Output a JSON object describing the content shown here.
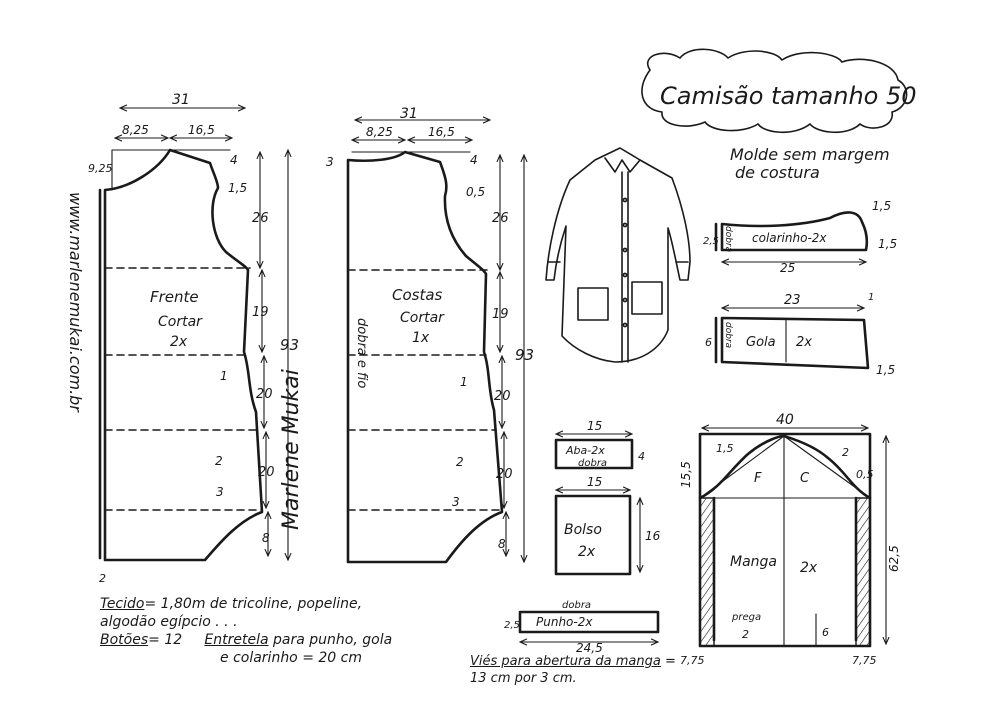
{
  "title": "Camisão tamanho 50",
  "subtitle_line1": "Molde sem margem",
  "subtitle_line2": "de costura",
  "website": "www.marlenemukai.com.br",
  "signature": "Marlene Mukai",
  "front": {
    "name": "Frente",
    "cut": "Cortar",
    "qty": "2x",
    "width": "31",
    "neck": "8,25",
    "shoulder": "16,5",
    "neck_depth": "9,25",
    "shoulder_drop": "4",
    "armhole": "1,5",
    "total_length": "93",
    "seg1": "26",
    "seg2": "19",
    "seg3": "20",
    "seg4": "20",
    "seg5": "8",
    "m1": "1",
    "m2": "2",
    "m3": "3",
    "hem": "2"
  },
  "back": {
    "name": "Costas",
    "cut": "Cortar",
    "qty": "1x",
    "fold": "dobra e fio",
    "width": "31",
    "neck": "8,25",
    "shoulder": "16,5",
    "neck_depth": "3",
    "shoulder_drop": "4",
    "armhole": "0,5",
    "total_length": "93",
    "seg1": "26",
    "seg2": "19",
    "seg3": "20",
    "seg4": "20",
    "seg5": "8",
    "m1": "1",
    "m2": "2",
    "m3": "3"
  },
  "collar": {
    "label": "colarinho-2x",
    "fold": "dobra",
    "height": "2,5",
    "length": "25",
    "tip1": "1,5",
    "tip2": "1,5"
  },
  "gola": {
    "label": "Gola",
    "qty": "2x",
    "fold": "dobra",
    "height": "6",
    "length": "23",
    "top": "1",
    "tip": "1,5"
  },
  "flap": {
    "label": "Aba-2x",
    "fold": "dobra",
    "width": "15",
    "height": "4"
  },
  "pocket": {
    "label": "Bolso",
    "qty": "2x",
    "width": "15",
    "height": "16"
  },
  "cuff": {
    "label": "Punho-2x",
    "fold": "dobra",
    "height": "2,5",
    "length": "24,5"
  },
  "sleeve": {
    "label": "Manga",
    "qty": "2x",
    "front_label": "F",
    "back_label": "C",
    "width": "40",
    "cap_height": "15,5",
    "length": "62,5",
    "c1": "1,5",
    "c2": "2",
    "c3": "0,5",
    "hem_left": "7,75",
    "hem_right": "7,75",
    "pleat": "prega",
    "pleat_val": "2",
    "slit": "6"
  },
  "notes": {
    "fabric_label": "Tecido",
    "fabric_text": "= 1,80m de tricoline, popeline,",
    "fabric_text2": "algodão egípcio . . .",
    "buttons_label": "Botões",
    "buttons_text": "= 12",
    "interfacing_label": "Entretela",
    "interfacing_text": "para punho, gola",
    "interfacing_text2": "e colarinho = 20 cm",
    "bias_label": "Viés para abertura da manga",
    "bias_text": "=",
    "bias_text2": "13 cm por 3 cm."
  }
}
